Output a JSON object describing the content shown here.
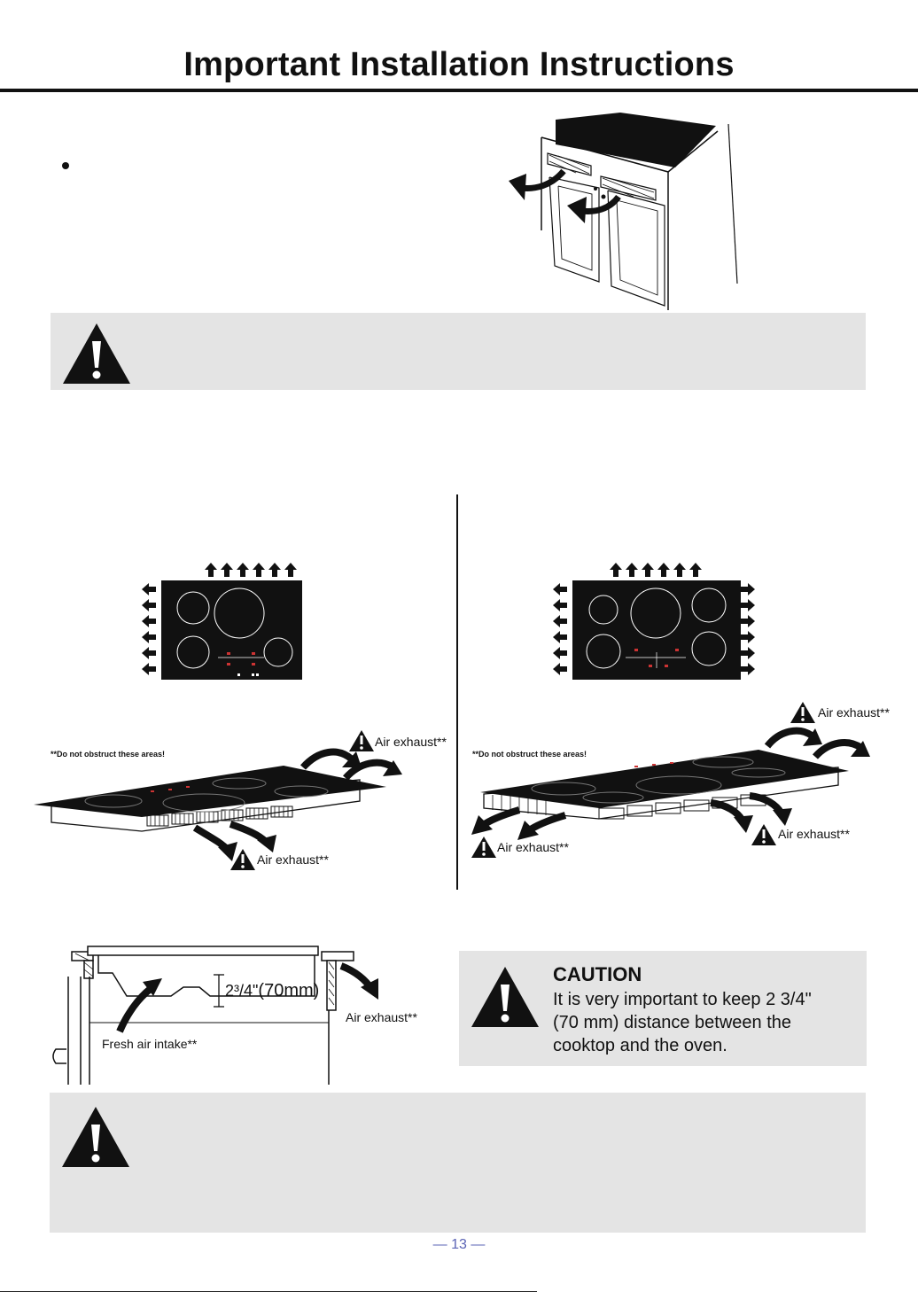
{
  "page": {
    "title": "Important Installation Instructions",
    "page_number": "— 13 —"
  },
  "diagrams": {
    "note_left": "**Do not obstruct these areas!",
    "note_right": "**Do not obstruct these areas!",
    "air_exhaust": "Air exhaust**",
    "fresh_air_intake": "Fresh air intake**",
    "clearance_fraction": "2³/4\"",
    "clearance_metric": "(70mm)"
  },
  "caution": {
    "title": "CAUTION",
    "lines": [
      "It is very important to keep 2 3/4\"",
      "(70 mm) distance between the",
      "cooktop and the oven."
    ]
  },
  "icons": [
    "warning-icon",
    "cabinet-illustration",
    "cooktop-diagram",
    "arrow-icon"
  ],
  "colors": {
    "panel_grey": "#e4e4e4",
    "page_number": "#5a63b5",
    "cooktop_black": "#111111"
  }
}
